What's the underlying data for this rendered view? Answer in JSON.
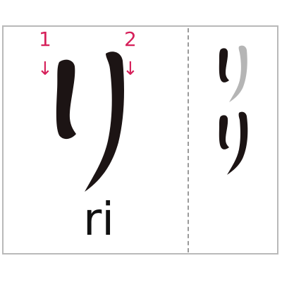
{
  "character": {
    "kana": "り",
    "romaji": "ri"
  },
  "stroke_order": [
    {
      "number": "1",
      "arrow": "↓"
    },
    {
      "number": "2",
      "arrow": "↓"
    }
  ],
  "colors": {
    "ink": "#1c1414",
    "stroke_number": "#d6205a",
    "ghost_stroke": "#b5b5b5",
    "border": "#b9b9b9"
  },
  "icons": {
    "stroke_direction": "down-arrow-icon"
  }
}
